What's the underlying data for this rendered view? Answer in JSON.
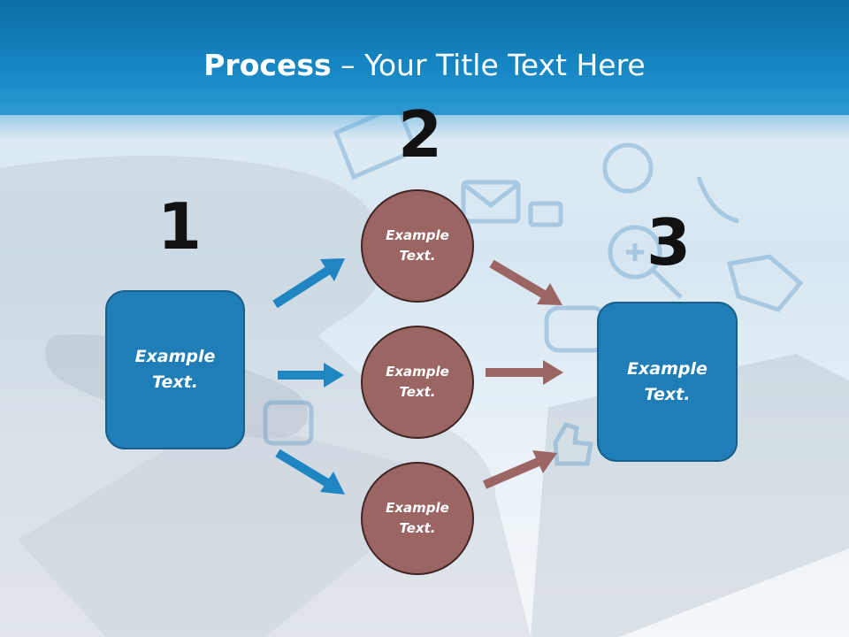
{
  "header": {
    "title_strong": "Process",
    "title_rest": " – Your Title Text Here"
  },
  "steps": {
    "one": "1",
    "two": "2",
    "three": "3"
  },
  "nodes": {
    "left_box": "Example\nText.",
    "top_circle": "Example\nText.",
    "middle_circle": "Example\nText.",
    "bottom_circle": "Example\nText.",
    "right_box": "Example\nText."
  },
  "colors": {
    "header_blue": "#1787c4",
    "box_blue": "#1f7db8",
    "circle_brown": "#9b6563",
    "arrow_blue": "#1f86c3",
    "arrow_brown": "#9b6563"
  }
}
